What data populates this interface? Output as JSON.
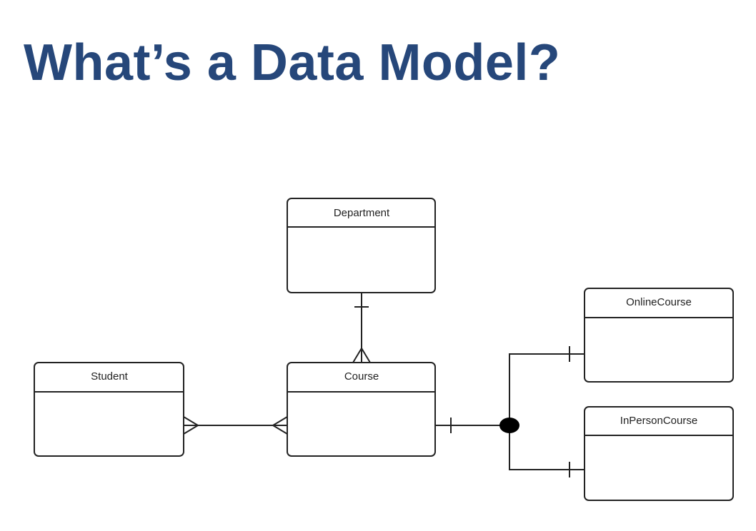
{
  "slide": {
    "title": "What’s a Data Model?"
  },
  "diagram": {
    "entities": {
      "department": "Department",
      "student": "Student",
      "course": "Course",
      "online_course": "OnlineCourse",
      "in_person_course": "InPersonCourse"
    },
    "relationships": [
      {
        "from": "Department",
        "to": "Course",
        "from_cardinality": "one",
        "to_cardinality": "many"
      },
      {
        "from": "Student",
        "to": "Course",
        "from_cardinality": "many",
        "to_cardinality": "many"
      },
      {
        "from": "Course",
        "to": "OnlineCourse",
        "from_cardinality": "one",
        "to_cardinality": "one",
        "via": "subtype"
      },
      {
        "from": "Course",
        "to": "InPersonCourse",
        "from_cardinality": "one",
        "to_cardinality": "one",
        "via": "subtype"
      }
    ]
  }
}
